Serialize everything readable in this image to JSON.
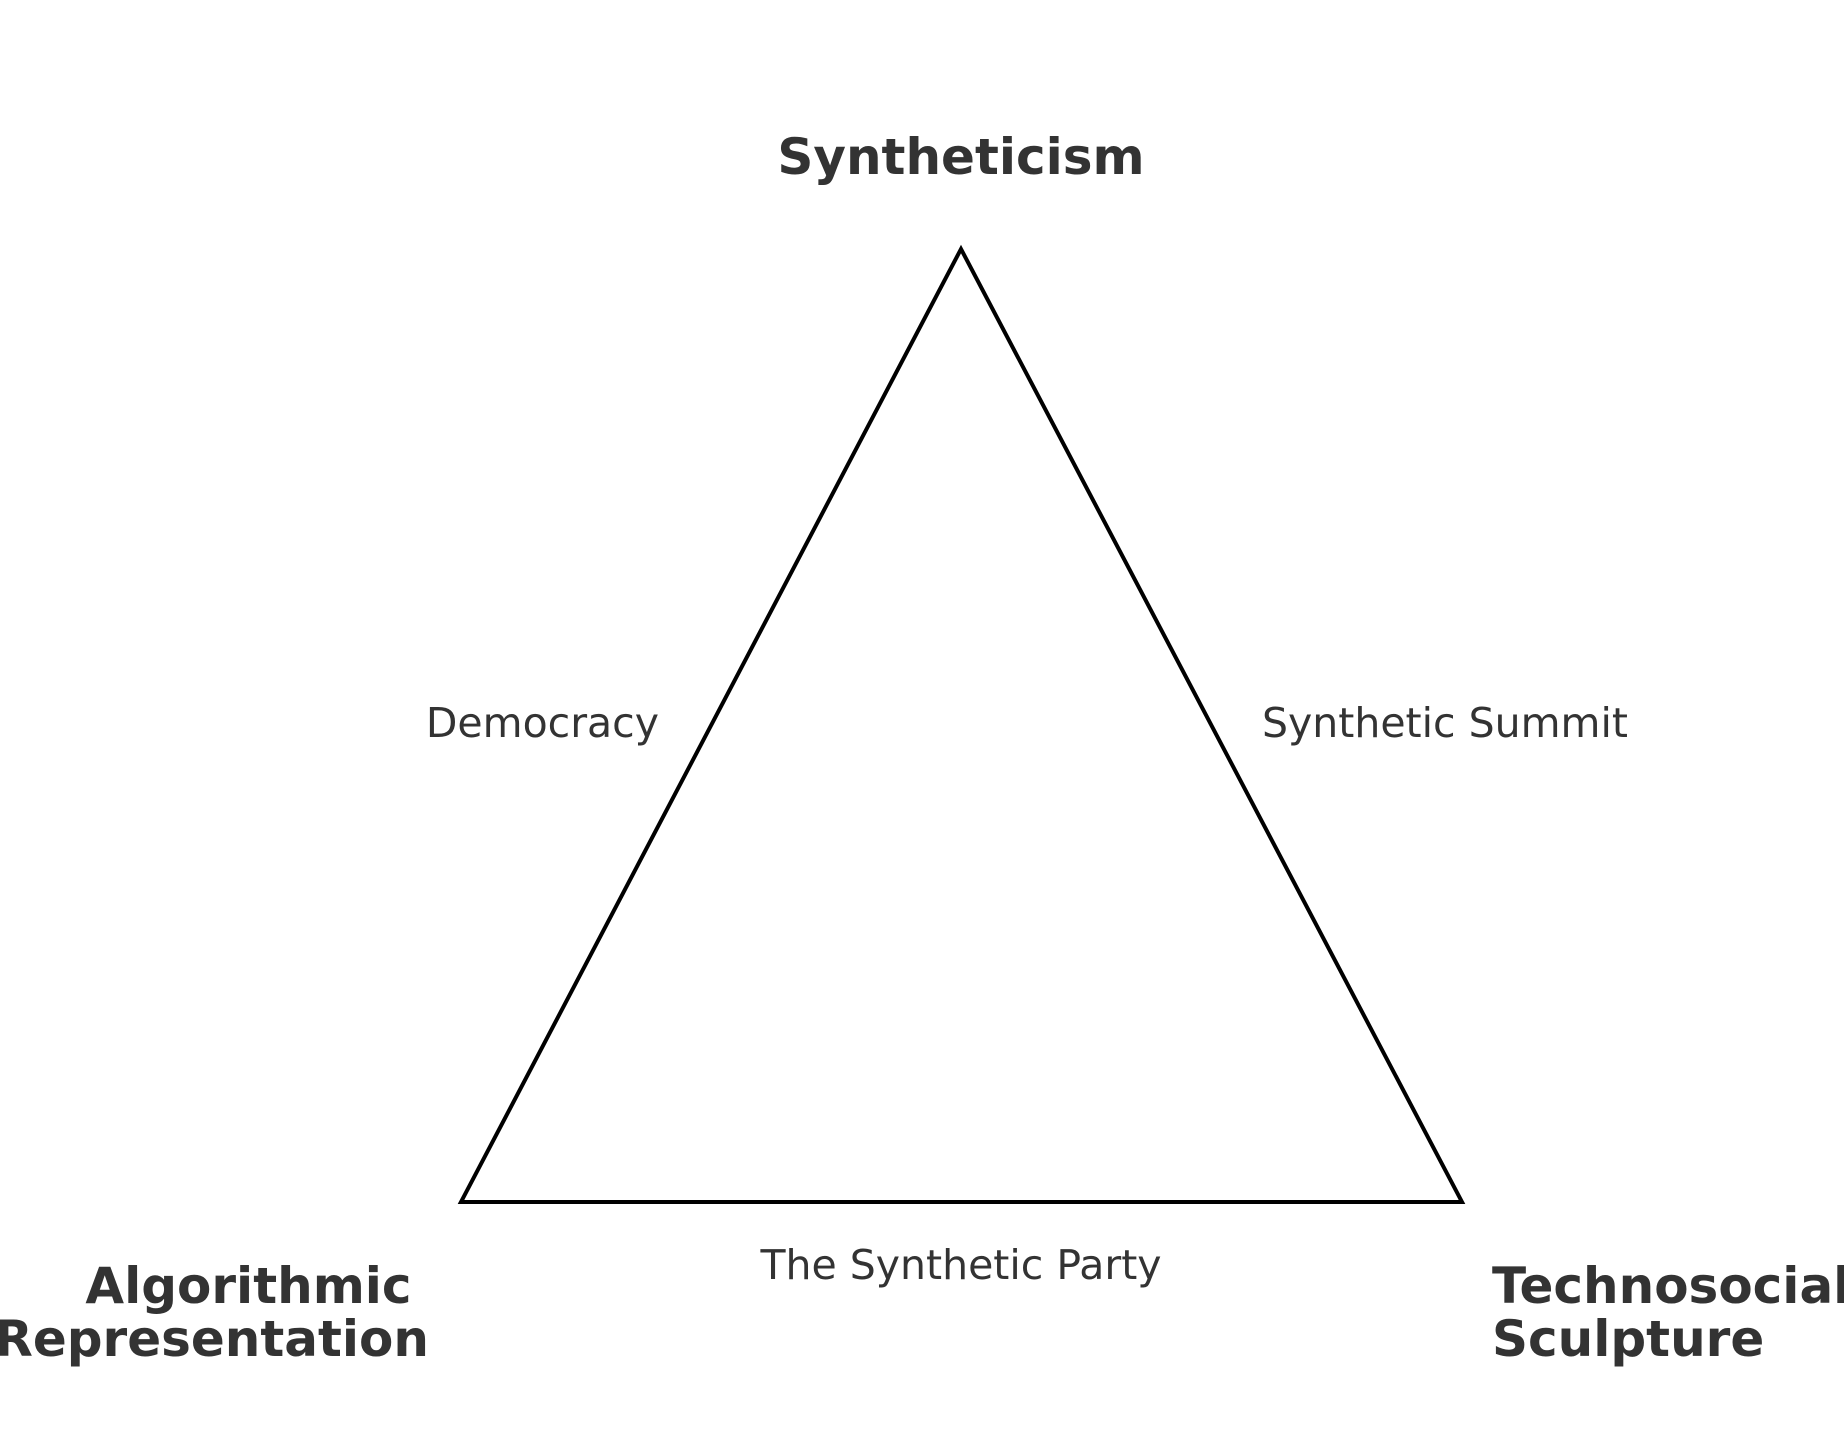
{
  "vertices": {
    "top": {
      "label": "Syntheticism"
    },
    "bottom_left": {
      "label_line1": "Algorithmic",
      "label_line2": "Representation"
    },
    "bottom_right": {
      "label_line1": "Technosocial",
      "label_line2": "Sculpture"
    }
  },
  "edges": {
    "left": {
      "label": "Democracy"
    },
    "right": {
      "label": "Synthetic Summit"
    },
    "bottom": {
      "label": "The Synthetic Party"
    }
  },
  "colors": {
    "text": "#333333",
    "stroke": "#000000",
    "background": "#ffffff"
  }
}
